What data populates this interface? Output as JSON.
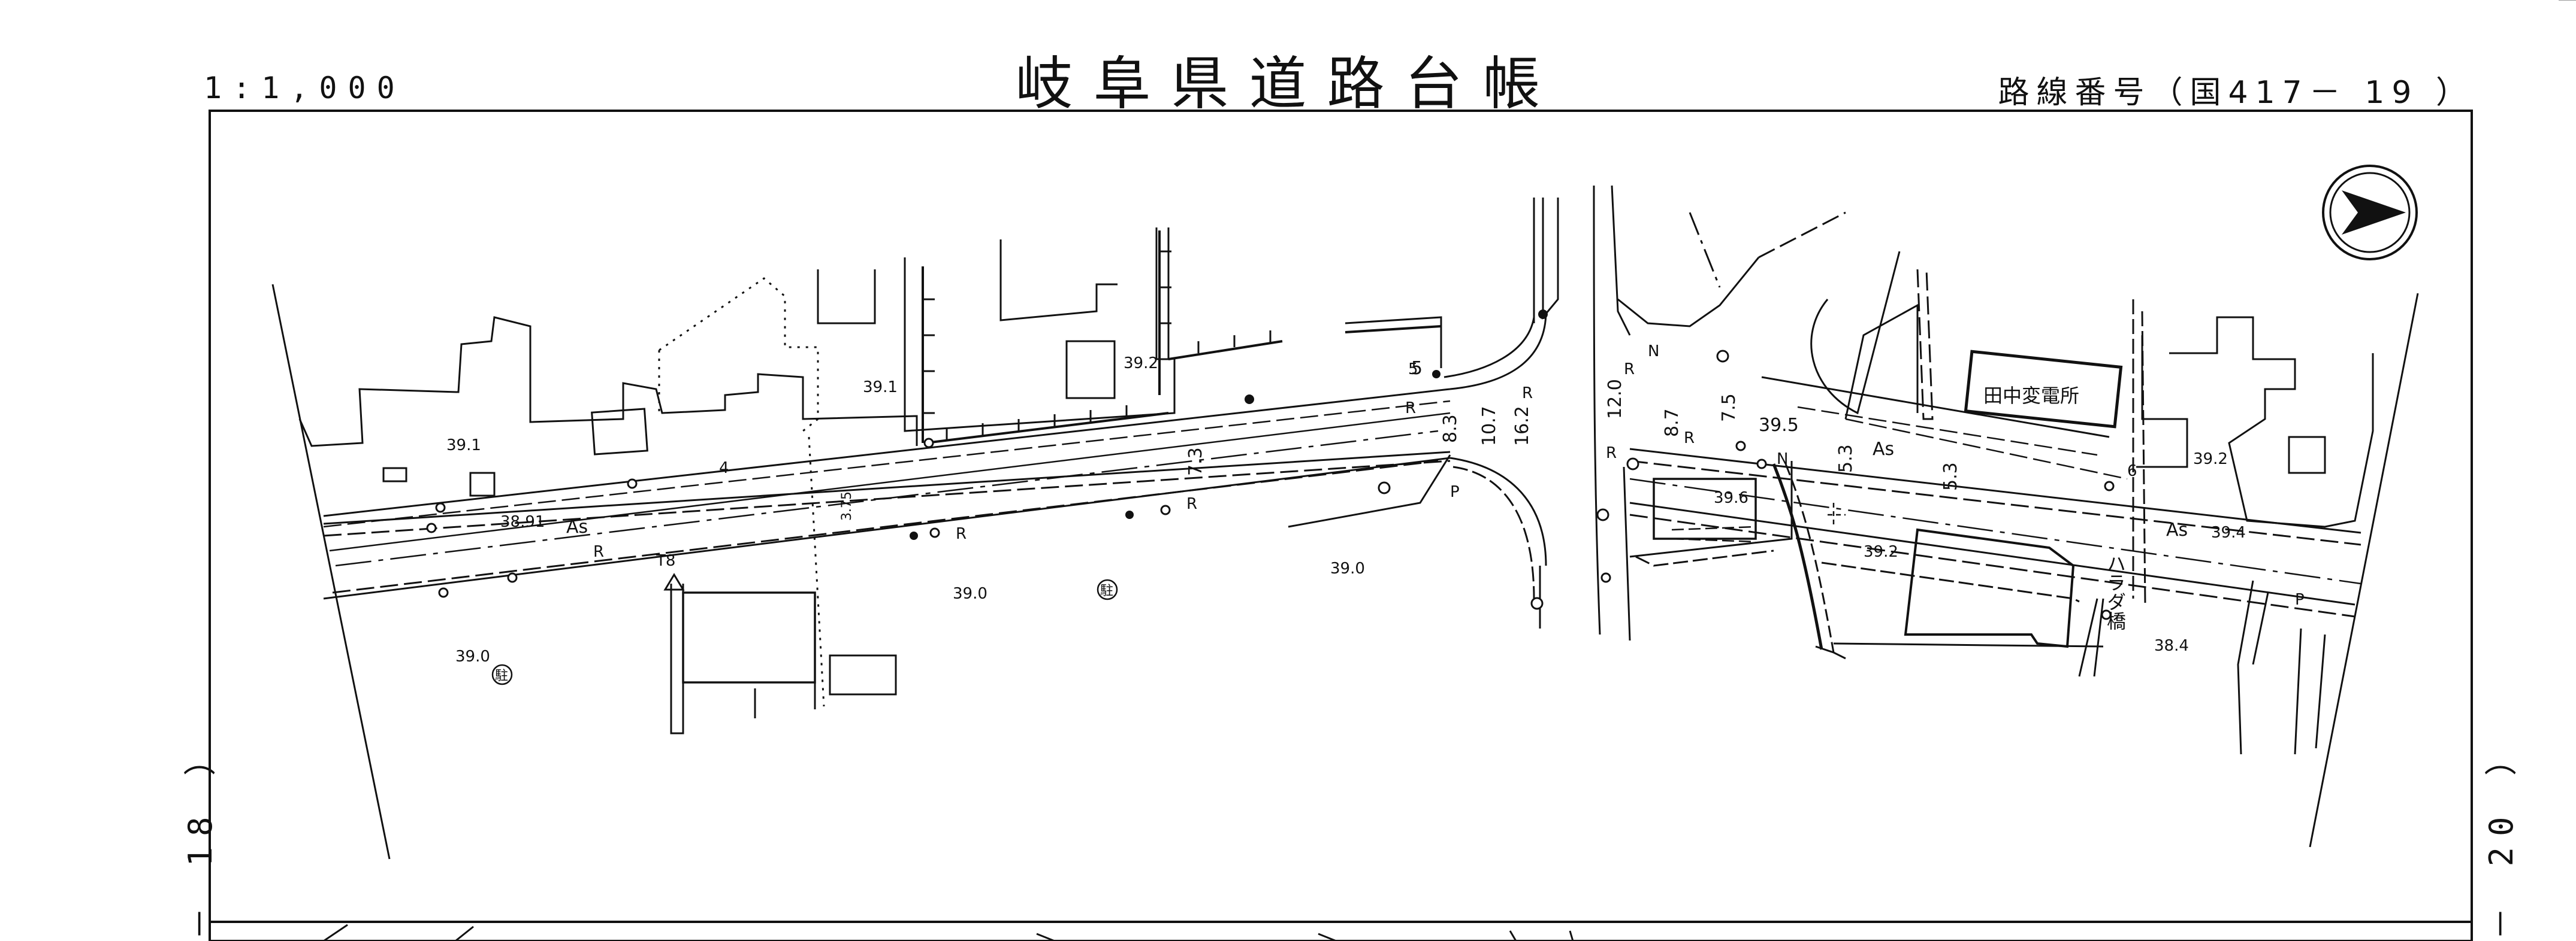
{
  "header": {
    "title": "岐阜県道路台帳",
    "scale": "1:1,000",
    "route_number": "路線番号（国417－ 19 ）"
  },
  "side_labels": {
    "left": "－ 18 ）",
    "right": "－ 20 ）"
  },
  "map": {
    "building_label": "田中変電所",
    "bridge_label": "ハラダ橋",
    "pavement_labels": [
      "As",
      "As",
      "As"
    ],
    "elevations": [
      "39.1",
      "39.1",
      "39.2",
      "38.91",
      "39.0",
      "39.0",
      "39.0",
      "39.5",
      "39.6",
      "39.2",
      "39.2",
      "39.4",
      "38.4"
    ],
    "widths": [
      "7.3",
      "3.75",
      "8.3",
      "10.7",
      "16.2",
      "12.0",
      "8.7",
      "7.5",
      "5.3",
      "5.3",
      "5"
    ],
    "marks": [
      "R",
      "R",
      "R",
      "R",
      "R",
      "R",
      "R",
      "R",
      "N",
      "N",
      "P",
      "P",
      "4",
      "5",
      "6",
      "T8"
    ],
    "parking_symbol": "駐"
  }
}
